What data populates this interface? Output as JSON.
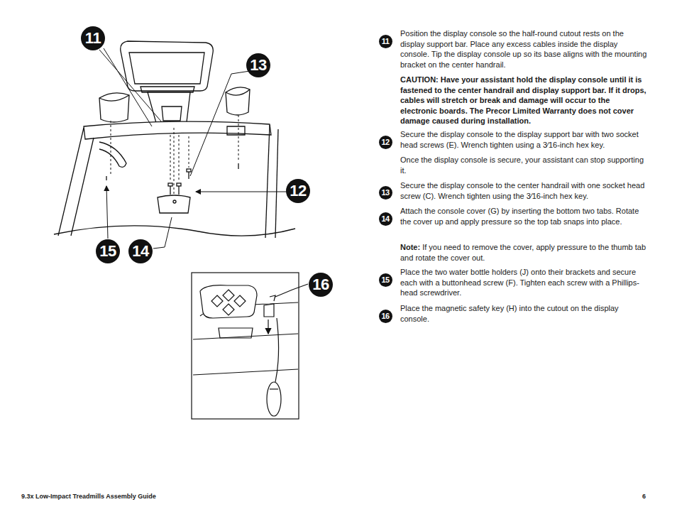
{
  "diagram": {
    "nodes": [
      {
        "text": [
          "11"
        ]
      },
      {
        "text": [
          "13"
        ]
      },
      {
        "text": [
          "12"
        ]
      },
      {
        "text": [
          "15"
        ]
      },
      {
        "text": [
          "14"
        ]
      },
      {
        "text": [
          "16"
        ]
      },
      {
        "text": [
          "11"
        ]
      },
      {
        "text": [
          "12"
        ]
      },
      {
        "text": [
          "13"
        ]
      },
      {
        "text": [
          "14"
        ]
      },
      {
        "text": [
          "15"
        ]
      },
      {
        "text": [
          "16"
        ]
      }
    ],
    "labels": [
      "Position the display console so the half-round cutout rests on the display support bar. Place any excess cables inside the display console. Tip the display console up so its base aligns with the mounting bracket on the center handrail.",
      "CAUTION: Have your assistant hold the display console until it is fastened to the center handrail and display support bar. If it drops, cables will stretch or break and damage will occur to the electronic boards. The Precor Limited Warranty does not cover damage caused during installation.",
      "Secure the display console to the display support bar with two socket head screws (E). Wrench tighten using a 3⁄16-inch hex key.",
      "Once the display console is secure, your assistant can stop supporting it.",
      "Secure the display console to the center handrail with one socket head screw (C). Wrench tighten using the 3⁄16-inch hex key.",
      "Attach the console cover (G) by inserting the bottom two tabs. Rotate the cover up and apply pressure so the top tab snaps into place.",
      "Note:",
      "If you need to remove the cover, apply pressure to the thumb tab and rotate the cover out.",
      "Place the two water bottle holders (J) onto their brackets and secure each with a buttonhead screw (F). Tighten each screw with a Phillips-head screwdriver.",
      "Place the magnetic safety key (H) into the cutout on the display console.",
      "9.3x Low-Impact Treadmills Assembly Guide",
      "6"
    ]
  }
}
